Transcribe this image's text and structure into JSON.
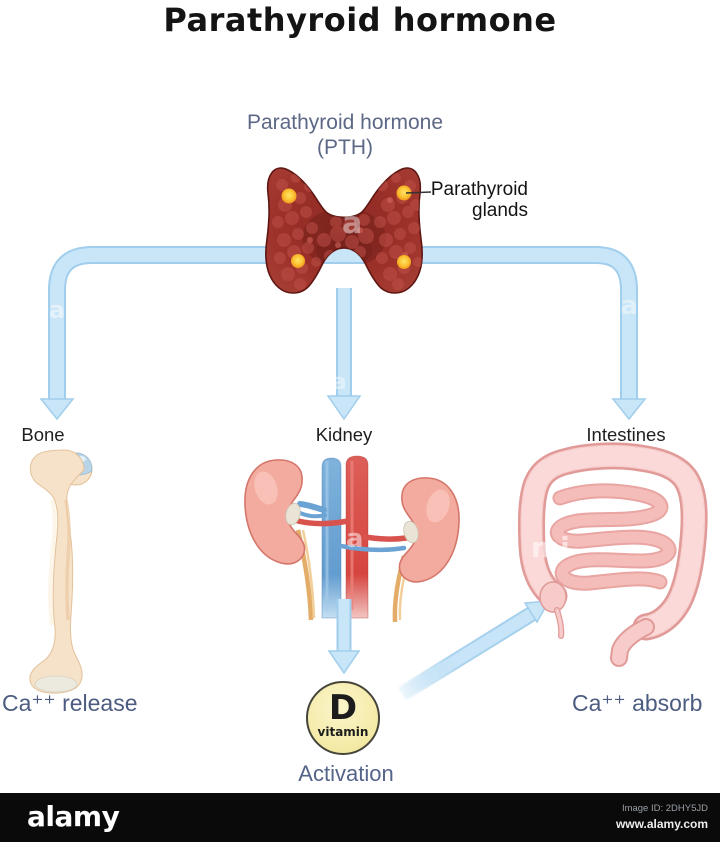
{
  "page": {
    "title": "Parathyroid hormone"
  },
  "diagram": {
    "hormone_label": {
      "line1": "Parathyroid hormone",
      "line2": "(PTH)"
    },
    "gland_callout": {
      "line1": "Parathyroid",
      "line2": "glands"
    },
    "targets": {
      "bone": {
        "label": "Bone",
        "effect": "Ca⁺⁺ release"
      },
      "kidney": {
        "label": "Kidney"
      },
      "intestines": {
        "label": "Intestines",
        "effect": "Ca⁺⁺ absorb"
      }
    },
    "vitamin_d": {
      "letter": "D",
      "word": "vitamin",
      "caption": "Activation"
    }
  },
  "watermarks": {
    "gland_letter": "a",
    "kidney_letter": "a",
    "arrow_left_letter": "a",
    "arrow_center_letter": "a",
    "right_fragment": "alam",
    "intestine_fragment": "mi"
  },
  "footer": {
    "logo": "alamy",
    "image_id": "Image ID: 2DHY5JD",
    "url": "www.alamy.com"
  },
  "colors": {
    "arrow_fill": "#c9e5f8",
    "arrow_edge": "#a0ceec",
    "gland_red": "#9c3129",
    "parathyroid_dot": "#f7a722",
    "bone_beige": "#f6e2c8",
    "cartilage_blue": "#b8d5e8",
    "kidney_pink": "#f4ab9f",
    "vessel_blue": "#6ba3d4",
    "vessel_red": "#d9534e",
    "ureter_tan": "#e3ad69",
    "intestine_pink": "#f7cbc9",
    "vitamin_yellow": "#f4eaa6",
    "label_bluegray": "#4c5c80",
    "title_black": "#141414",
    "footer_black": "#0a0a0a"
  }
}
